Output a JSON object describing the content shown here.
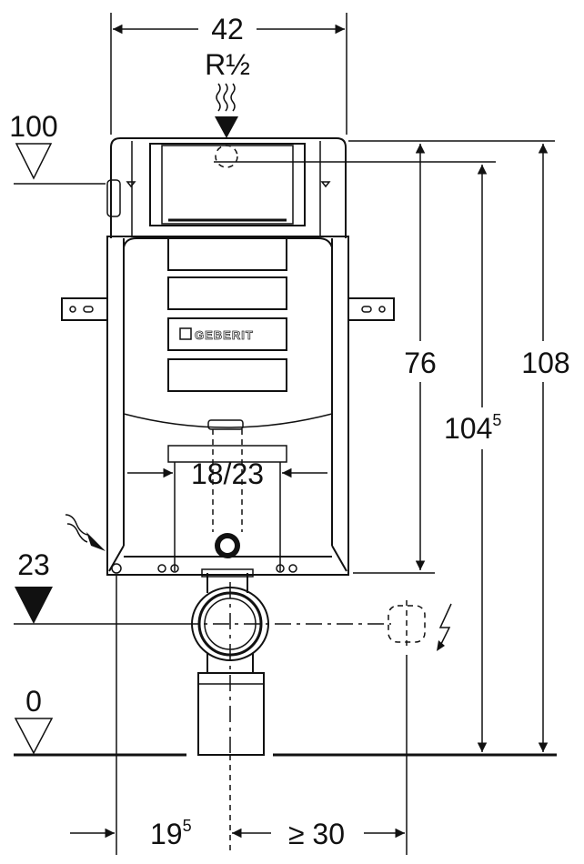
{
  "diagram": {
    "brand_logo": "GEBERIT",
    "dimensions": {
      "width_top": "42",
      "water_connection": "R½",
      "level_top": "100",
      "height_76": "76",
      "height_104": "104",
      "height_104_sup": "5",
      "height_108": "108",
      "pan_connector_spacing": "18/23",
      "level_drain": "23",
      "level_floor": "0",
      "offset_left": "19",
      "offset_left_sup": "5",
      "socket_offset": "≥ 30"
    },
    "icons": [
      "water-supply-icon",
      "electric-power-icon",
      "pneumatic-supply-icon"
    ],
    "colors": {
      "line": "#111111",
      "background": "#ffffff"
    }
  }
}
